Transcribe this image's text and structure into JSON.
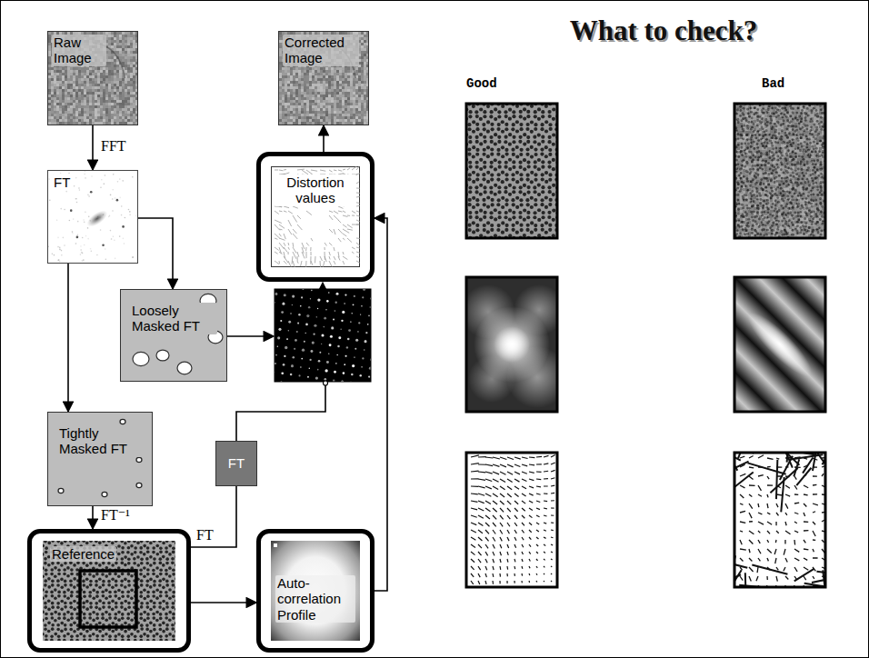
{
  "diagram": {
    "title": "What to check?",
    "nodes": [
      {
        "text": [
          "Raw Image"
        ]
      },
      {
        "text": [
          "Corrected Image"
        ]
      },
      {
        "text": [
          "FT"
        ]
      },
      {
        "text": [
          "Distortion values"
        ]
      },
      {
        "text": [
          "Loosely Masked FT"
        ]
      },
      {
        "text": [
          "Tightly Masked FT"
        ]
      },
      {
        "text": [
          "FT"
        ]
      },
      {
        "text": [
          "Reference"
        ]
      },
      {
        "text": [
          "Auto-correlation Profile"
        ]
      }
    ],
    "edges": [
      {
        "from": 0,
        "to": 2,
        "arrow": "to",
        "label": "FFT"
      },
      {
        "from": 2,
        "to": 4,
        "arrow": "to"
      },
      {
        "from": 2,
        "to": 5,
        "arrow": "to"
      },
      {
        "from": 5,
        "to": 7,
        "arrow": "to",
        "label": "FT⁻¹"
      },
      {
        "from": 7,
        "to": 6,
        "arrow": "none",
        "label": "FT"
      },
      {
        "from": 7,
        "to": 8,
        "arrow": "to"
      },
      {
        "from": 8,
        "to": 3,
        "arrow": "to"
      },
      {
        "from": 3,
        "to": 1,
        "arrow": "to"
      }
    ],
    "labels": [
      "Good",
      "Bad"
    ]
  }
}
